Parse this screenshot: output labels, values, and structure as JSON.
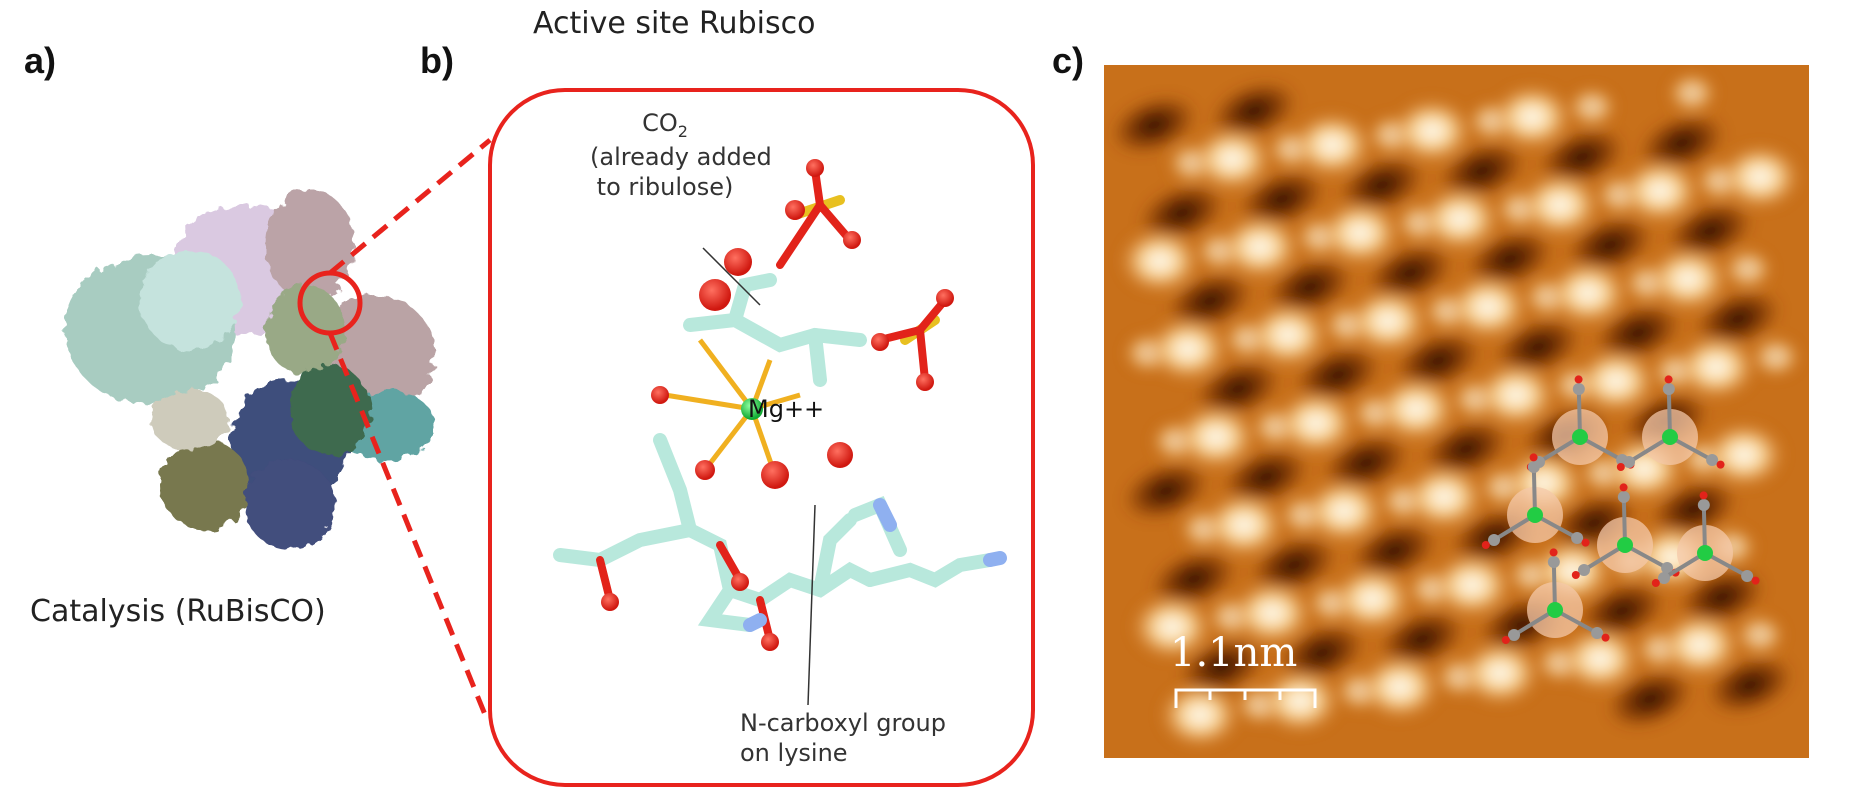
{
  "panels": {
    "a": {
      "label": "a)",
      "caption": "Catalysis (RuBisCO)"
    },
    "b": {
      "label": "b)",
      "title": "Active site Rubisco",
      "annotations": {
        "co2_line1": "CO",
        "co2_sub": "2",
        "co2_line2": "(already added",
        "co2_line3": "to ribulose)",
        "metal": "Mg++",
        "ncarboxyl_line1": "N-carboxyl group",
        "ncarboxyl_line2": "on lysine"
      }
    },
    "c": {
      "label": "c)",
      "scale_bar": "1.1nm"
    }
  },
  "colors": {
    "highlight": "#e8231d",
    "oxygen": "#e2231a",
    "carbon": "#b8e8dc",
    "nitrogen": "#8fb0f0",
    "phosphorus": "#e8c020",
    "magnesium": "#22cc44",
    "afm_dark": "#5a2400",
    "afm_mid": "#c8701a",
    "afm_light": "#fff8e8"
  }
}
